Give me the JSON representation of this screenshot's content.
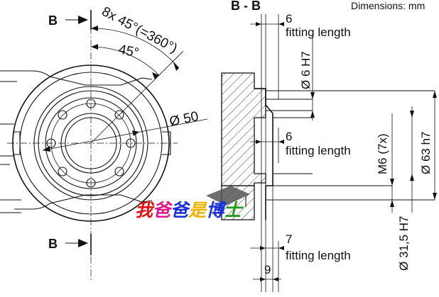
{
  "units_note": "Dimensions: mm",
  "section_title": "B - B",
  "section_marks": {
    "top": "B",
    "bottom": "B"
  },
  "front_view": {
    "angle_total": "8x 45°(=360°)",
    "angle_step": "45°",
    "diameter": "Ø 50"
  },
  "section_view": {
    "top_fitting": {
      "value": "6",
      "label": "fitting length"
    },
    "pin_hole": "Ø 6 H7",
    "mid_fitting": {
      "value": "6",
      "label": "fitting length"
    },
    "thread": "M6 (7x)",
    "outer_diameter": "Ø 63 h7",
    "bottom_fitting": {
      "value": "7",
      "label": "fitting length"
    },
    "inner_diameter": "Ø 31,5 H7",
    "width": "9"
  },
  "watermark_text": "我爸爸是博士"
}
